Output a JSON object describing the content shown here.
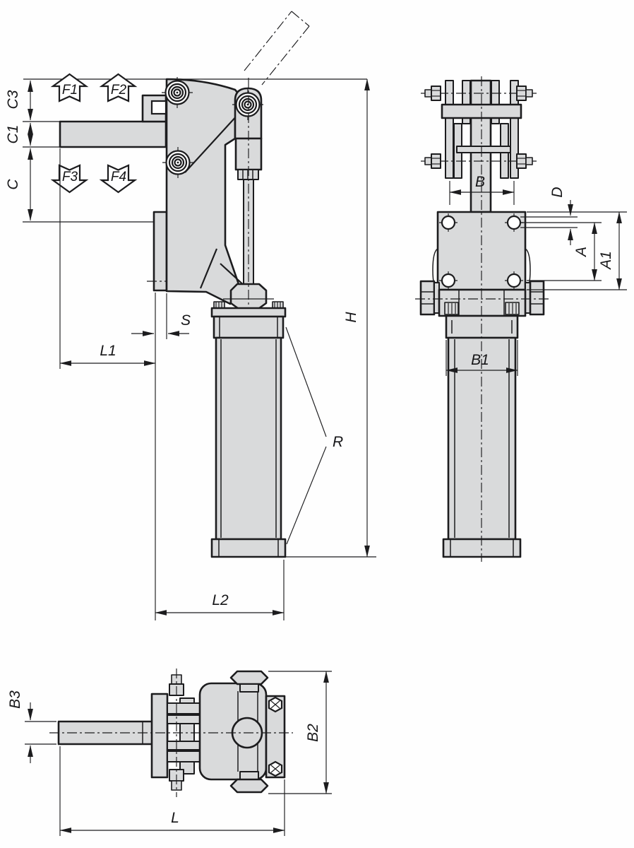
{
  "title": "Technical drawing - pneumatic toggle clamp, three views with dimension symbols",
  "colors": {
    "background": "#fefefe",
    "line": "#1c1c1e",
    "part_fill": "#d9dadb"
  },
  "views": {
    "front": {
      "forces": [
        "F1",
        "F2",
        "F3",
        "F4"
      ],
      "dims": {
        "c3": "C3",
        "c1": "C1",
        "c": "C",
        "s": "S",
        "l1": "L1",
        "l2": "L2",
        "r": "R",
        "h": "H"
      }
    },
    "side": {
      "dims": {
        "b": "B",
        "d": "D",
        "a": "A",
        "a1": "A1",
        "b1": "B1"
      }
    },
    "top": {
      "dims": {
        "b3": "B3",
        "b2": "B2",
        "l": "L"
      }
    }
  }
}
